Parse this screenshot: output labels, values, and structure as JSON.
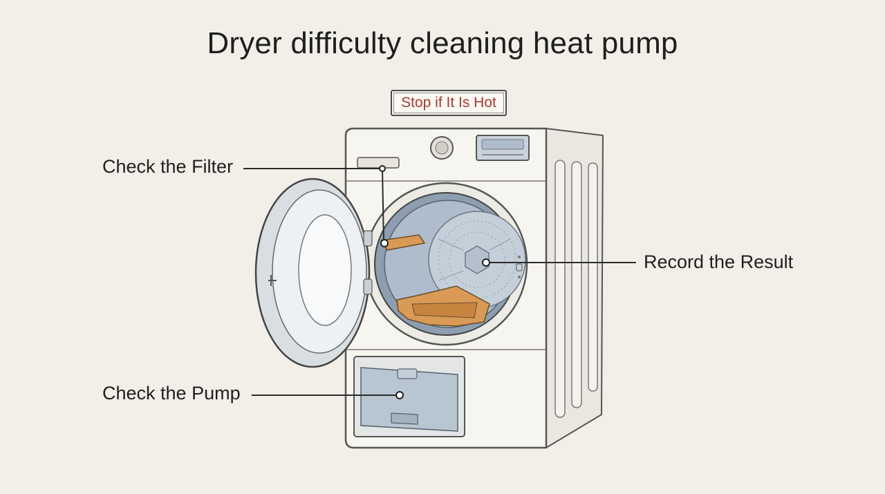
{
  "title": "Dryer difficulty cleaning heat pump",
  "warning": {
    "label": "Stop if It Is Hot",
    "color": "#a73a30"
  },
  "callouts": {
    "filter": "Check the Filter",
    "result": "Record the Result",
    "pump": "Check the Pump"
  },
  "colors": {
    "background": "#f1efe8",
    "appliance_body": "#f7f5ef",
    "drum_interior": "#aebccb",
    "filter_part": "#d89a55",
    "water_tank": "#b8c6d2"
  }
}
